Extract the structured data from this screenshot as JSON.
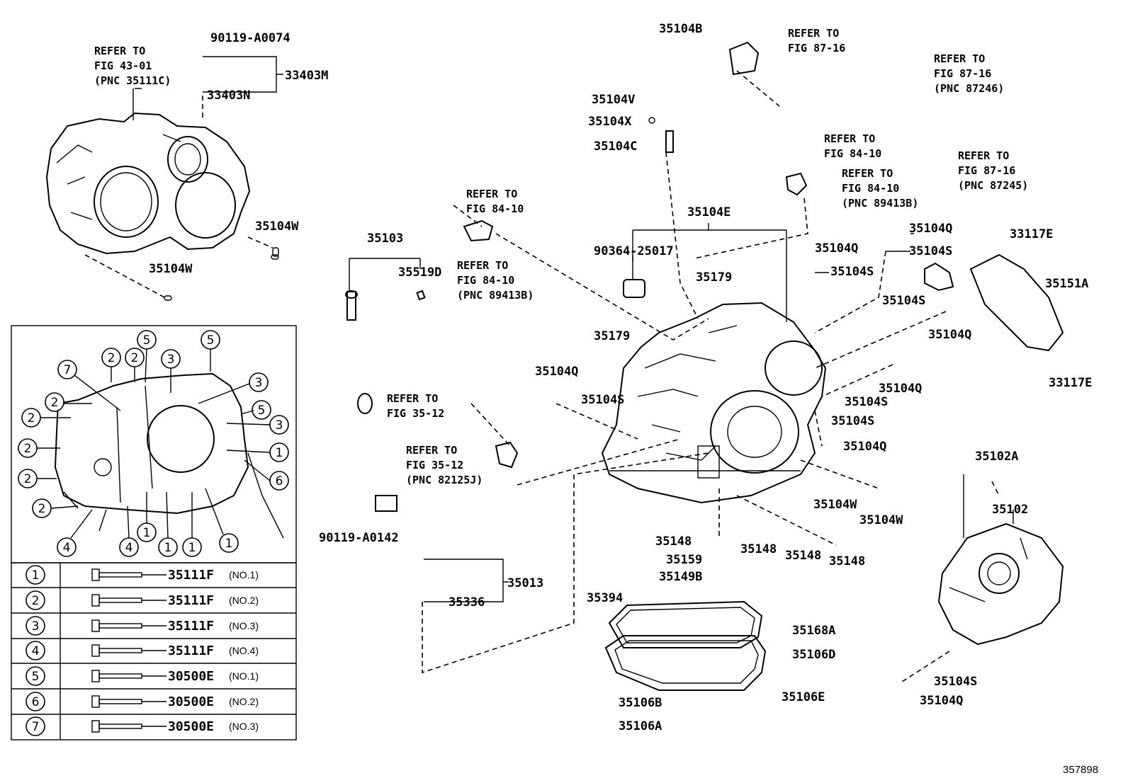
{
  "diagram_id": "357898",
  "part_labels": [
    "35104B",
    "35104V",
    "35104X",
    "35104C",
    "35104E",
    "90364-25017",
    "35179",
    "35179",
    "35104Q",
    "35104Q",
    "35104Q",
    "35104Q",
    "35104Q",
    "35104Q",
    "35104Q",
    "35104S",
    "35104S",
    "35104S",
    "35104S",
    "35104S",
    "35104S",
    "35104S",
    "33117E",
    "33117E",
    "35151A",
    "35103",
    "35519D",
    "35104W",
    "35104W",
    "35104W",
    "35104W",
    "90119-A0074",
    "33403M",
    "33403N",
    "90119-A0142",
    "35013",
    "35336",
    "35148",
    "35148",
    "35148",
    "35148",
    "35159",
    "35149B",
    "35394",
    "35168A",
    "35106D",
    "35106E",
    "35106B",
    "35106A",
    "35102A",
    "35102"
  ],
  "refer_notes": [
    {
      "line1": "REFER TO",
      "line2": "FIG 43-01",
      "line3": "(PNC 35111C)"
    },
    {
      "line1": "REFER TO",
      "line2": "FIG 87-16",
      "line3": ""
    },
    {
      "line1": "REFER TO",
      "line2": "FIG 87-16",
      "line3": "(PNC 87246)"
    },
    {
      "line1": "REFER TO",
      "line2": "FIG 87-16",
      "line3": "(PNC 87245)"
    },
    {
      "line1": "REFER TO",
      "line2": "FIG 84-10",
      "line3": ""
    },
    {
      "line1": "REFER TO",
      "line2": "FIG 84-10",
      "line3": "(PNC 89413B)"
    },
    {
      "line1": "REFER TO",
      "line2": "FIG 84-10",
      "line3": ""
    },
    {
      "line1": "REFER TO",
      "line2": "FIG 84-10",
      "line3": "(PNC 89413B)"
    },
    {
      "line1": "REFER TO",
      "line2": "FIG 35-12",
      "line3": ""
    },
    {
      "line1": "REFER TO",
      "line2": "FIG 35-12",
      "line3": "(PNC 82125J)"
    }
  ],
  "inset_callouts": [
    "7",
    "2",
    "2",
    "5",
    "3",
    "5",
    "2",
    "3",
    "5",
    "3",
    "2",
    "1",
    "2",
    "6",
    "2",
    "4",
    "2",
    "4",
    "1",
    "1",
    "1",
    "1"
  ],
  "bolt_table": [
    {
      "key": "1",
      "part": "35111F",
      "no": "(NO.1)"
    },
    {
      "key": "2",
      "part": "35111F",
      "no": "(NO.2)"
    },
    {
      "key": "3",
      "part": "35111F",
      "no": "(NO.3)"
    },
    {
      "key": "4",
      "part": "35111F",
      "no": "(NO.4)"
    },
    {
      "key": "5",
      "part": "30500E",
      "no": "(NO.1)"
    },
    {
      "key": "6",
      "part": "30500E",
      "no": "(NO.2)"
    },
    {
      "key": "7",
      "part": "30500E",
      "no": "(NO.3)"
    }
  ]
}
